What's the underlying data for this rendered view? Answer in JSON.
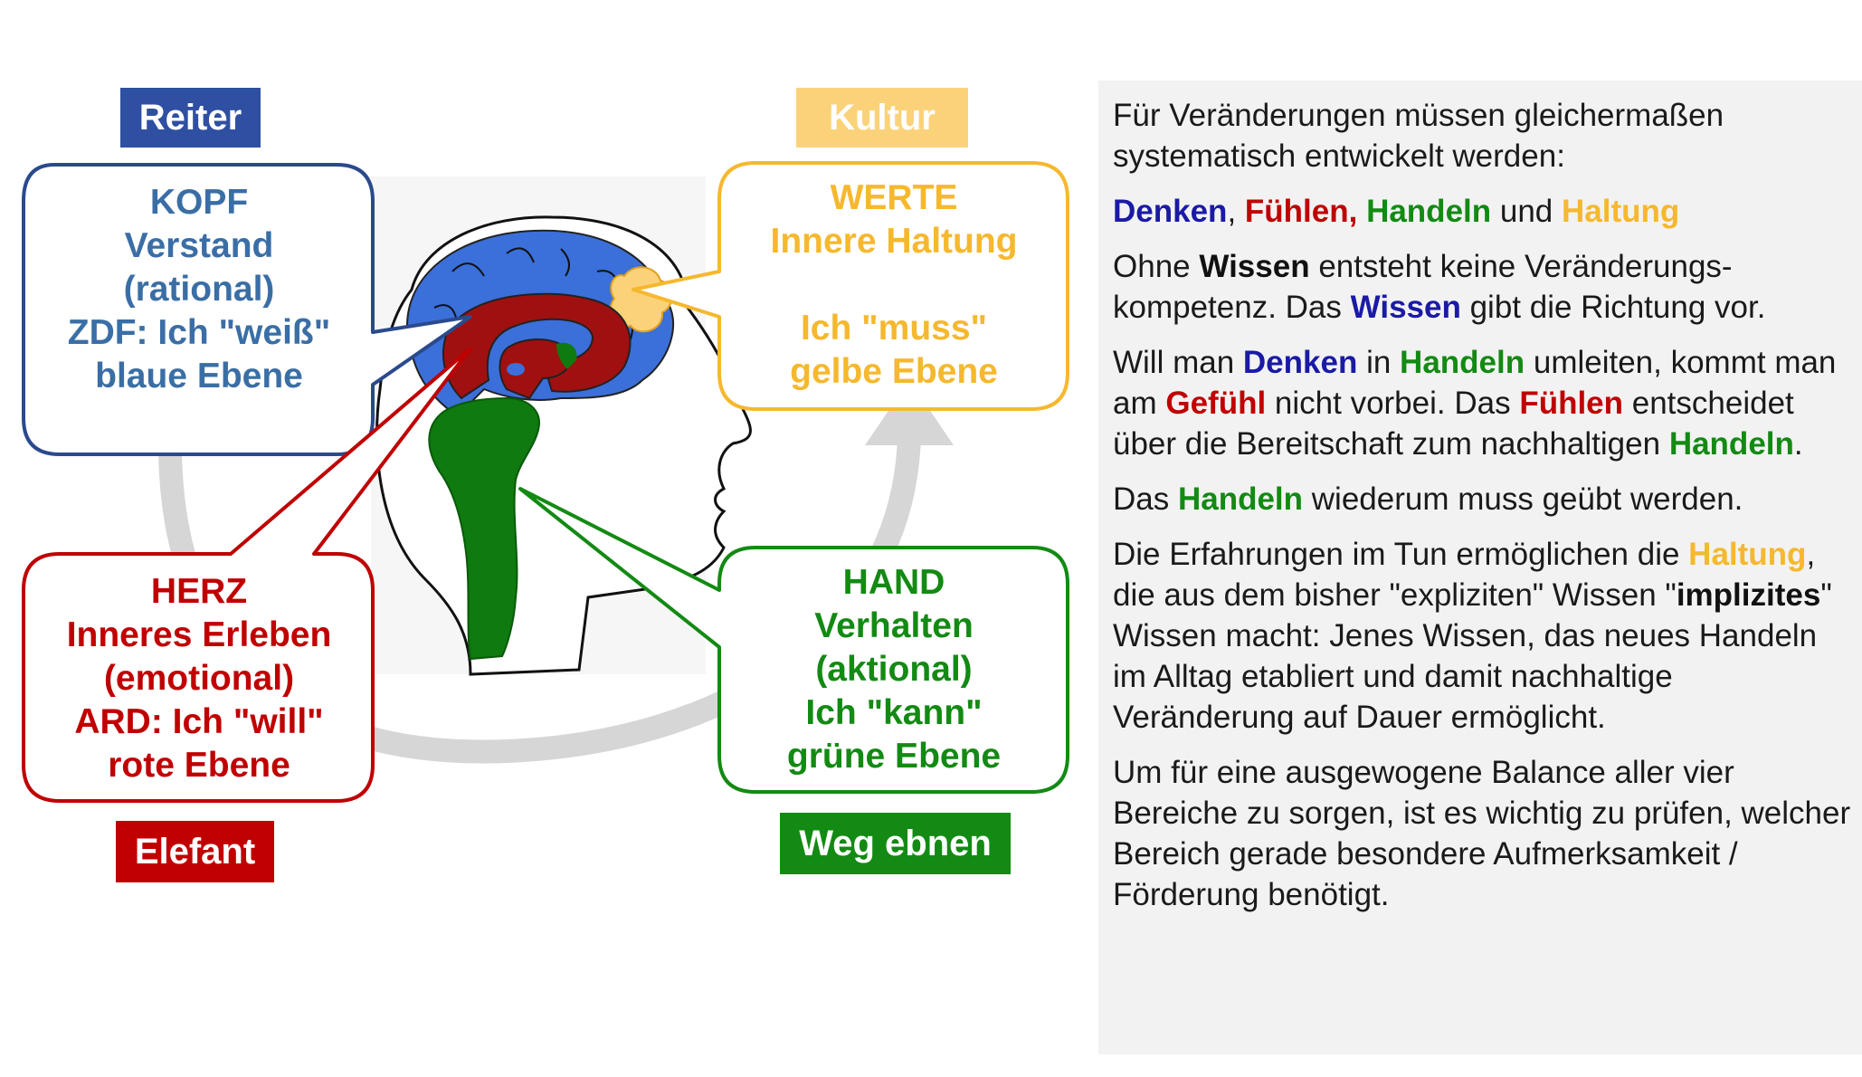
{
  "tags": {
    "reiter": "Reiter",
    "kultur": "Kultur",
    "elefant": "Elefant",
    "weg": "Weg ebnen"
  },
  "boxes": {
    "kopf": [
      "KOPF",
      "Verstand",
      "(rational)",
      "ZDF: Ich \"weiß\"",
      "blaue Ebene"
    ],
    "werte": [
      "WERTE",
      "Innere Haltung",
      "",
      "Ich \"muss\"",
      "gelbe Ebene"
    ],
    "herz": [
      "HERZ",
      "Inneres Erleben",
      "(emotional)",
      "ARD: Ich \"will\"",
      "rote Ebene"
    ],
    "hand": [
      "HAND",
      "Verhalten",
      "(aktional)",
      "Ich \"kann\"",
      "grüne Ebene"
    ]
  },
  "colors": {
    "blue_box": "#2a4a8c",
    "blue_text": "#3a6ea5",
    "blue_tag": "#2f4fa2",
    "yellow": "#f5b82e",
    "yellow_tag": "#fbd27a",
    "red": "#c00000",
    "green": "#138a13",
    "brain_blue": "#3b6fd9",
    "brain_red": "#a01010",
    "brain_green": "#0f7a0f",
    "panel_bg": "#f2f2f2",
    "arrow_gray": "#d6d6d6"
  },
  "panel": {
    "p1": "Für Veränderungen müssen gleichermaßen systematisch entwickelt werden:",
    "p2": {
      "denken": "Denken",
      "sep1": ", ",
      "fuehlen": "Fühlen,",
      "sep2": " ",
      "handeln": "Handeln",
      "und": " und ",
      "haltung": "Haltung"
    },
    "p3": {
      "t1": "Ohne ",
      "wissen1": "Wissen",
      "t2": " entsteht keine Veränderungs-kompetenz. Das ",
      "wissen2": "Wissen",
      "t3": " gibt die Richtung vor."
    },
    "p4": {
      "t1": "Will man ",
      "denken": "Denken",
      "t2": " in ",
      "handeln1": "Handeln",
      "t3": " umleiten, kommt man am ",
      "gefuehl": "Gefühl",
      "t4": " nicht vorbei. Das ",
      "fuehlen": "Fühlen",
      "t5": " entscheidet über die Bereitschaft zum nachhaltigen ",
      "handeln2": "Handeln",
      "t6": "."
    },
    "p5": {
      "t1": "Das ",
      "handeln": "Handeln",
      "t2": " wiederum muss geübt werden."
    },
    "p6": {
      "t1": "Die Erfahrungen im Tun ermöglichen die ",
      "haltung": "Haltung",
      "t2": ", die aus dem bisher \"expliziten\" Wissen \"",
      "implizites": "implizites",
      "t3": "\" Wissen macht: Jenes Wissen, das neues Handeln im Alltag etabliert und damit nachhaltige Veränderung auf Dauer ermöglicht."
    },
    "p7": "Um für eine ausgewogene Balance aller vier Bereiche zu sorgen, ist es wichtig zu prüfen, welcher Bereich gerade besondere Aufmerksamkeit / Förderung benötigt."
  }
}
